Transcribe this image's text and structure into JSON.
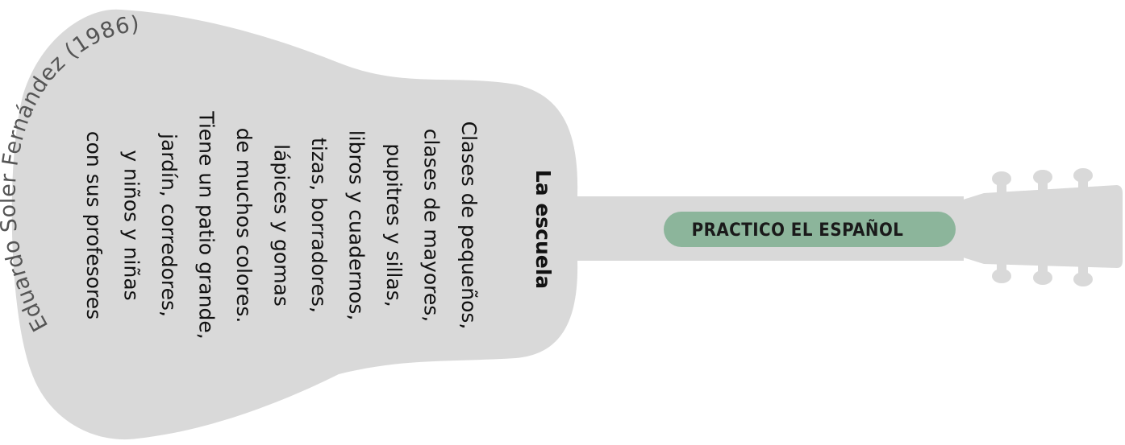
{
  "title": "La escuela",
  "poem_lines": [
    "Clases de pequeños,",
    "clases de mayores,",
    "pupitres y sillas,",
    "libros y cuadernos,",
    "tizas, borradores,",
    "lápices y gomas",
    "de muchos colores.",
    "Tiene un patio grande,",
    "jardín, corredores,",
    "y niños y niñas",
    "con sus profesores"
  ],
  "author": "Eduardo Soler Fernández (1986)",
  "label": "PRACTICO EL ESPAÑOL",
  "colors": {
    "guitar_body": "#d9d9d9",
    "label_background": "#8cb59b",
    "text": "#111111",
    "author_text": "#555555"
  }
}
